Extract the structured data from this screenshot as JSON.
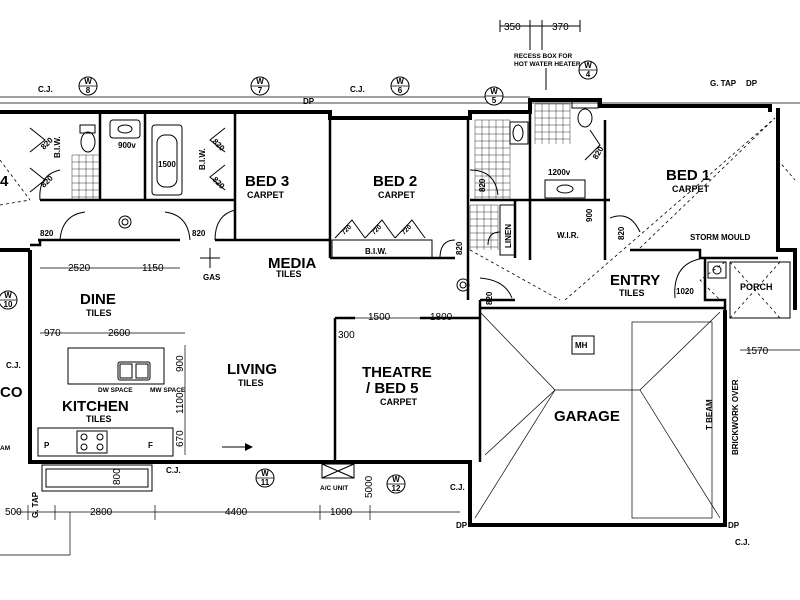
{
  "rooms": {
    "bed3": {
      "name": "BED 3",
      "finish": "CARPET"
    },
    "bed2": {
      "name": "BED 2",
      "finish": "CARPET"
    },
    "bed1": {
      "name": "BED 1",
      "finish": "CARPET"
    },
    "media": {
      "name": "MEDIA",
      "finish": "TILES"
    },
    "dine": {
      "name": "DINE",
      "finish": "TILES"
    },
    "living": {
      "name": "LIVING",
      "finish": "TILES"
    },
    "theatre": {
      "line1": "THEATRE",
      "line2": "/ BED 5",
      "finish": "CARPET"
    },
    "kitchen": {
      "name": "KITCHEN",
      "finish": "TILES"
    },
    "entry": {
      "name": "ENTRY",
      "finish": "TILES"
    },
    "garage": {
      "name": "GARAGE"
    },
    "porch": {
      "name": "PORCH"
    },
    "alfresco_partial": "CO",
    "bed4_partial": "4"
  },
  "labels": {
    "biw": "B.I.W.",
    "gas": "GAS",
    "linen": "LINEN",
    "wir": "W.I.R.",
    "storm_mould": "STORM MOULD",
    "mh": "MH",
    "ac_unit": "A/C UNIT",
    "recess_box_line1": "RECESS BOX FOR",
    "recess_box_line2": "HOT WATER HEATER",
    "g_tap": "G. TAP",
    "dp": "DP",
    "cj": "C.J.",
    "t_beam": "T BEAM",
    "brickwork_over": "BRICKWORK OVER",
    "pantry": "P",
    "fridge": "F",
    "dw_space": "DW SPACE",
    "mw_space": "MW SPACE",
    "beam_partial": "AM"
  },
  "sizes": {
    "d820": "820",
    "d720": "720",
    "d900": "900",
    "d900v": "900v",
    "d1500": "1500",
    "d1200v": "1200v",
    "d1020": "1020"
  },
  "dimensions": {
    "top_350": "350",
    "top_370": "370",
    "d2520": "2520",
    "d1150": "1150",
    "d970": "970",
    "d2600": "2600",
    "d300": "300",
    "d1500": "1500",
    "d1800": "1800",
    "d900": "900",
    "d1100": "1100",
    "d670": "670",
    "d800": "800",
    "d5000": "5000",
    "d1570": "1570",
    "b500": "500",
    "b2800": "2800",
    "b4400": "4400",
    "b1000": "1000"
  },
  "window_refs": [
    {
      "code": "W",
      "num": "8"
    },
    {
      "code": "W",
      "num": "7"
    },
    {
      "code": "W",
      "num": "6"
    },
    {
      "code": "W",
      "num": "5"
    },
    {
      "code": "W",
      "num": "4"
    },
    {
      "code": "W",
      "num": "10"
    },
    {
      "code": "W",
      "num": "11"
    },
    {
      "code": "W",
      "num": "12"
    }
  ]
}
